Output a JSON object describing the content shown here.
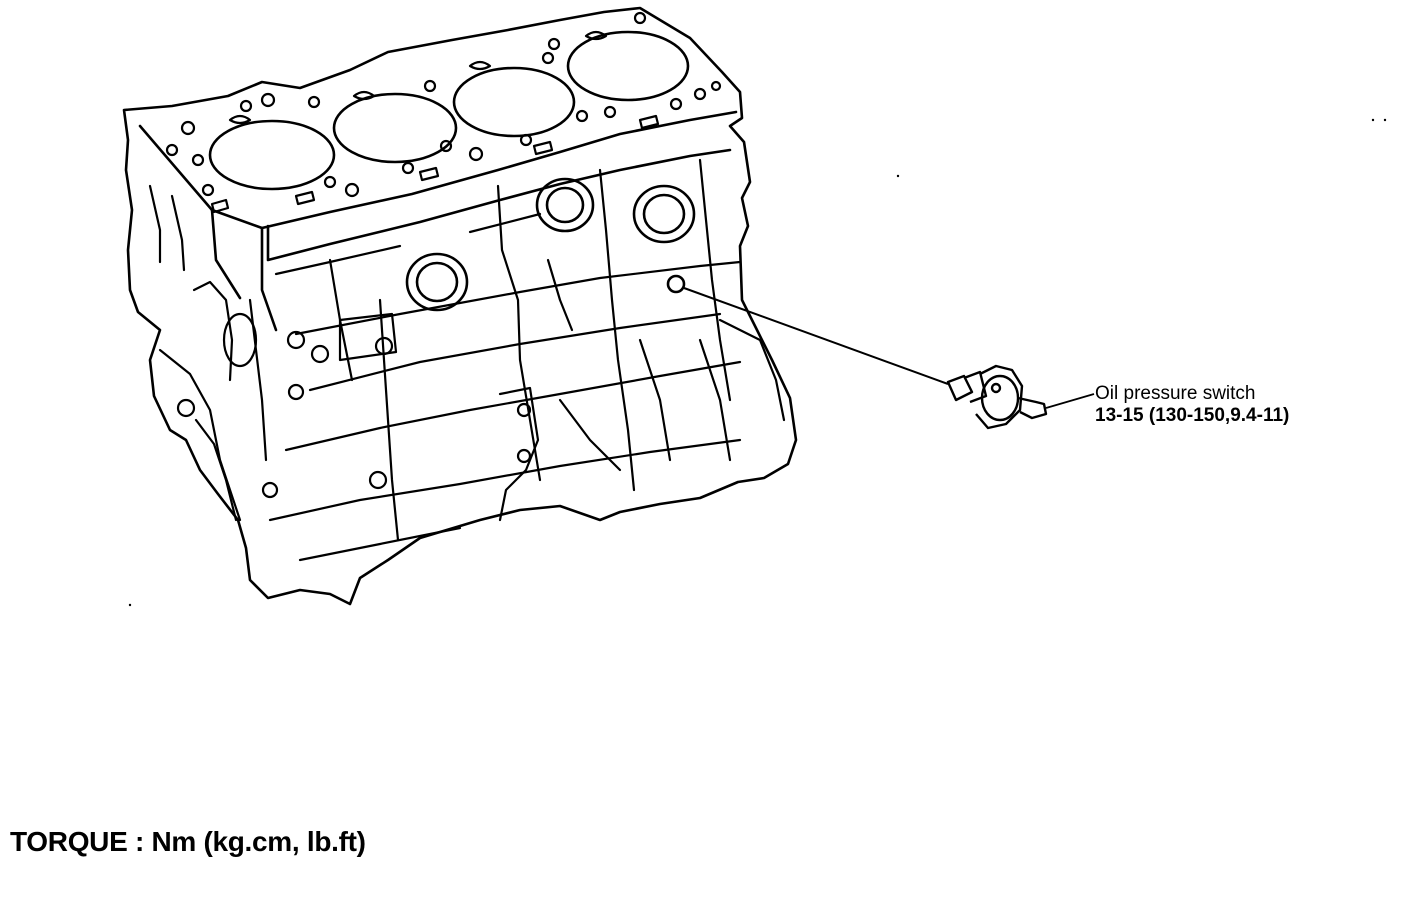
{
  "diagram": {
    "component": {
      "name": "Oil pressure switch",
      "torque": "13-15 (130-150,9.4-11)"
    },
    "footer": "TORQUE : Nm (kg.cm, lb.ft)",
    "colors": {
      "line": "#000000",
      "background": "#ffffff"
    },
    "illustration": "engine-block-line-drawing"
  }
}
